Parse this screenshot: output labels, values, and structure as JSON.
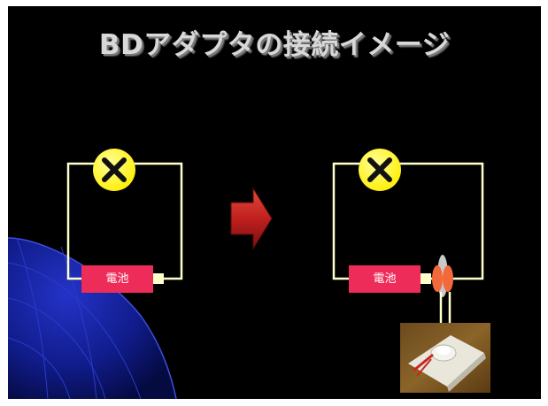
{
  "slide": {
    "title": "BDアダプタの接続イメージ",
    "background_color": "#000000",
    "title_color": "#d8d8d8"
  },
  "circuit_before": {
    "battery_label": "電池",
    "bulb_state": "x-mark",
    "battery_color": "#ee2c5a",
    "wire_color": "#ffffcc",
    "bulb_color": "#ffff00"
  },
  "arrow": {
    "direction": "right",
    "color": "#c0201e"
  },
  "circuit_after": {
    "battery_label": "電池",
    "bulb_state": "x-mark",
    "adapter_color": "#f26a3c",
    "photo_subject": "bd-adapter-photo"
  }
}
